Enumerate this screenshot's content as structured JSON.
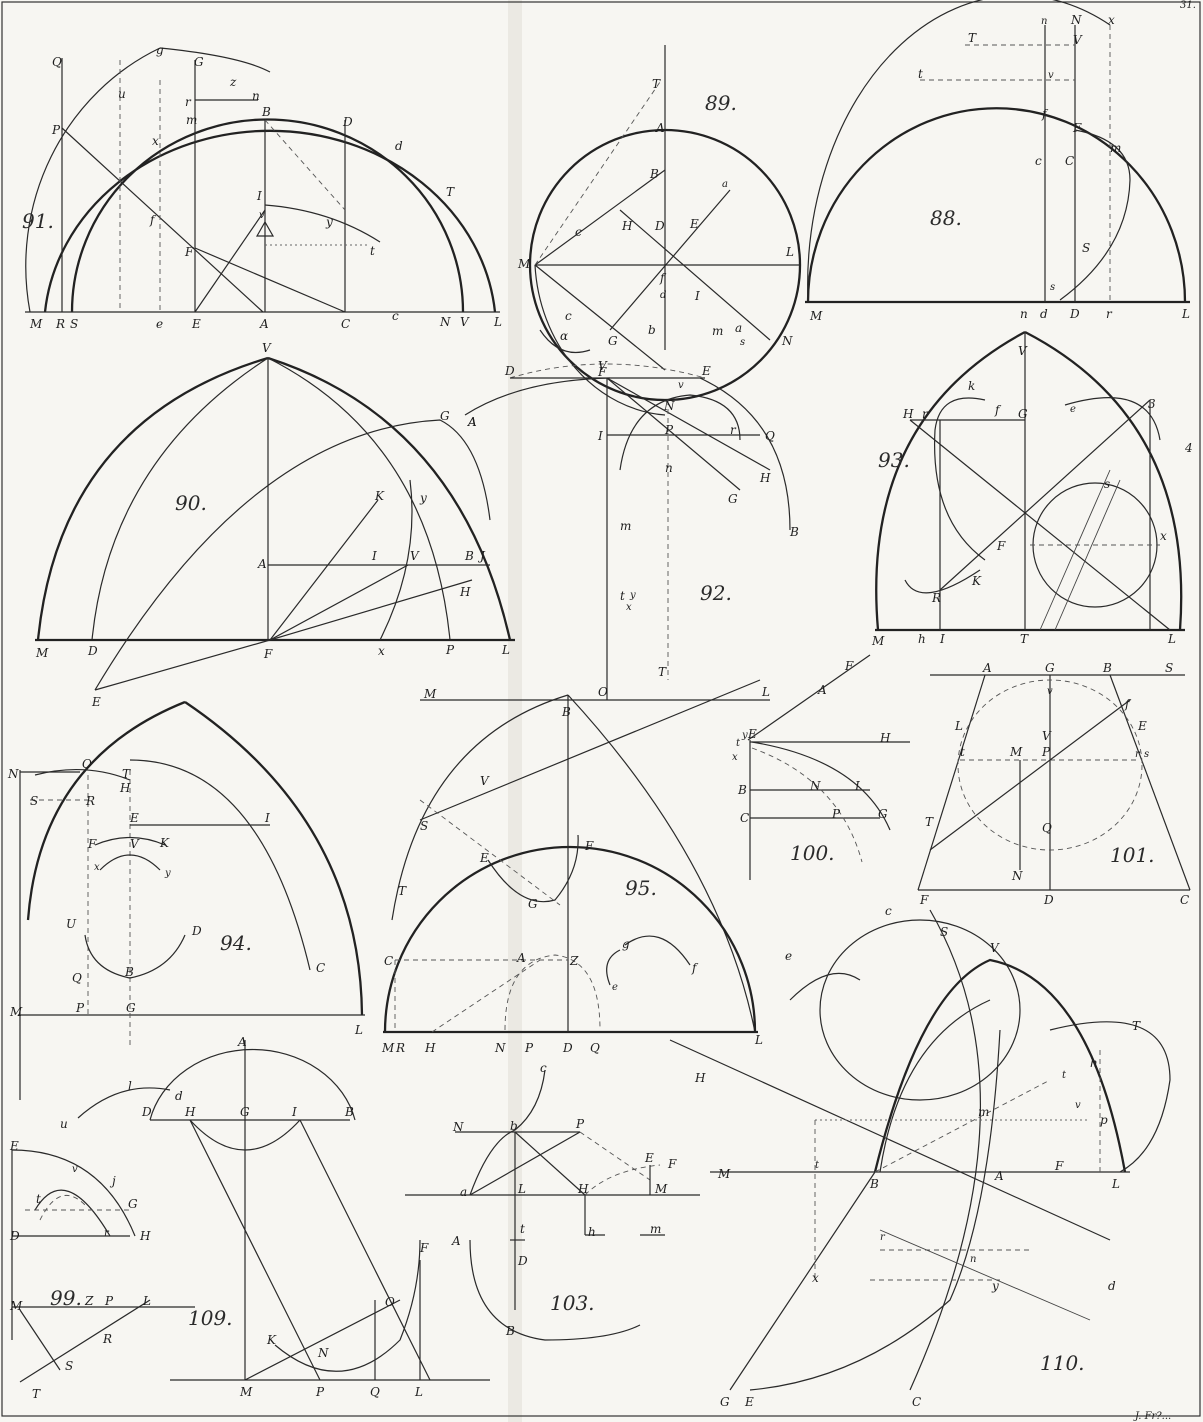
{
  "plate": {
    "number": "31.",
    "credit": "J. Fr?..."
  },
  "figures": [
    {
      "number": "88.",
      "labels": [
        "n",
        "N",
        "x",
        "T",
        "V",
        "t",
        "v",
        "f",
        "F",
        "c",
        "C",
        "m",
        "s",
        "S",
        "M",
        "n",
        "d",
        "D",
        "r",
        "L"
      ]
    },
    {
      "number": "89.",
      "labels": [
        "T",
        "A",
        "B",
        "a",
        "c",
        "H",
        "D",
        "E",
        "M",
        "L",
        "f",
        "d",
        "I",
        "c",
        "G",
        "b",
        "α",
        "m",
        "a",
        "s",
        "N"
      ]
    },
    {
      "number": "90.",
      "labels": [
        "V",
        "G",
        "A",
        "K",
        "y",
        "A",
        "I",
        "V",
        "B",
        "J",
        "H",
        "M",
        "D",
        "F",
        "x",
        "P",
        "L",
        "E"
      ]
    },
    {
      "number": "91.",
      "labels": [
        "Q",
        "g",
        "G",
        "u",
        "z",
        "r",
        "n",
        "B",
        "D",
        "P",
        "m",
        "x",
        "d",
        "T",
        "I",
        "v",
        "y",
        "f",
        "t",
        "F",
        "M",
        "R",
        "S",
        "e",
        "E",
        "A",
        "C",
        "c",
        "N",
        "V",
        "L"
      ]
    },
    {
      "number": "92.",
      "labels": [
        "D",
        "V",
        "E",
        "A",
        "F",
        "v",
        "N",
        "I",
        "P",
        "r",
        "Q",
        "n",
        "H",
        "G",
        "m",
        "B",
        "t",
        "y",
        "x",
        "T",
        "M",
        "O",
        "L"
      ]
    },
    {
      "number": "93.",
      "labels": [
        "V",
        "k",
        "H",
        "r",
        "f",
        "G",
        "e",
        "3",
        "4",
        "s",
        "F",
        "K",
        "R",
        "x",
        "M",
        "h",
        "I",
        "T",
        "L"
      ]
    },
    {
      "number": "94.",
      "labels": [
        "N",
        "O",
        "T",
        "S",
        "R",
        "H",
        "E",
        "K",
        "I",
        "F",
        "V",
        "x",
        "y",
        "U",
        "D",
        "B",
        "C",
        "Q",
        "M",
        "P",
        "G",
        "L"
      ]
    },
    {
      "number": "95.",
      "labels": [
        "B",
        "V",
        "S",
        "E",
        "F",
        "T",
        "G",
        "C",
        "A",
        "Z",
        "g",
        "f",
        "e",
        "M",
        "R",
        "H",
        "N",
        "P",
        "D",
        "Q",
        "L"
      ]
    },
    {
      "number": "99.",
      "labels": [
        "l",
        "u",
        "d",
        "E",
        "v",
        "j",
        "t",
        "G",
        "D",
        "r",
        "H",
        "M",
        "Z",
        "P",
        "L",
        "R",
        "S",
        "T"
      ]
    },
    {
      "number": "100.",
      "labels": [
        "A",
        "F",
        "E",
        "H",
        "t",
        "y",
        "x",
        "B",
        "N",
        "I",
        "C",
        "P",
        "G"
      ]
    },
    {
      "number": "101.",
      "labels": [
        "A",
        "G",
        "B",
        "S",
        "v",
        "f",
        "L",
        "E",
        "t",
        "M",
        "V",
        "P",
        "r",
        "s",
        "T",
        "Q",
        "N",
        "F",
        "D",
        "C"
      ]
    },
    {
      "number": "103.",
      "labels": [
        "c",
        "N",
        "b",
        "P",
        "E",
        "F",
        "a",
        "L",
        "H",
        "M",
        "t",
        "h",
        "m",
        "A",
        "D",
        "B"
      ]
    },
    {
      "number": "109.",
      "labels": [
        "A",
        "D",
        "H",
        "G",
        "I",
        "B",
        "F",
        "O",
        "K",
        "N",
        "M",
        "P",
        "Q",
        "L"
      ]
    },
    {
      "number": "110.",
      "labels": [
        "S",
        "V",
        "T",
        "c",
        "e",
        "H",
        "t",
        "h",
        "v",
        "m",
        "p",
        "M",
        "t",
        "B",
        "A",
        "F",
        "L",
        "r",
        "n",
        "x",
        "y",
        "d",
        "G",
        "E",
        "C"
      ]
    }
  ]
}
